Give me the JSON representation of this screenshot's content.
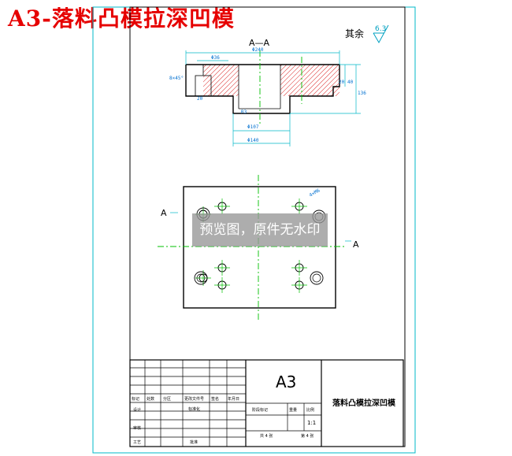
{
  "title": "A3-落料凸模拉深凹模",
  "section_label": "A—A",
  "roughness": {
    "prefix": "其余",
    "value": "6.3"
  },
  "section_arrows": {
    "left": "A",
    "right": "A"
  },
  "dimensions": {
    "outer_width": "Φ240",
    "pin_hole": "Φ36",
    "side_pin_dim": "8×45°",
    "pin_depth": "20",
    "right_small": "20",
    "height_inner": "40",
    "height_total": "136",
    "shoulder": "R3",
    "bore_inner": "Φ107",
    "bore_outer": "Φ140",
    "thread": "4×M6"
  },
  "watermark": "预览图，原件无水印",
  "title_block": {
    "sheet_size": "A3",
    "part_name": "落料凸模拉深凹模",
    "scale": "1:1",
    "sheet_info_left": "共 4 张",
    "sheet_info_right": "第 4 张",
    "row_labels": [
      "标记",
      "处数",
      "分区",
      "更改文件号",
      "签名",
      "年月日"
    ],
    "role_labels": [
      "设计",
      "审核",
      "工艺"
    ],
    "std_label": "标准化",
    "approve_label": "批准",
    "stage_label": "阶段标记",
    "weight_label": "重量",
    "scale_label": "比例"
  }
}
